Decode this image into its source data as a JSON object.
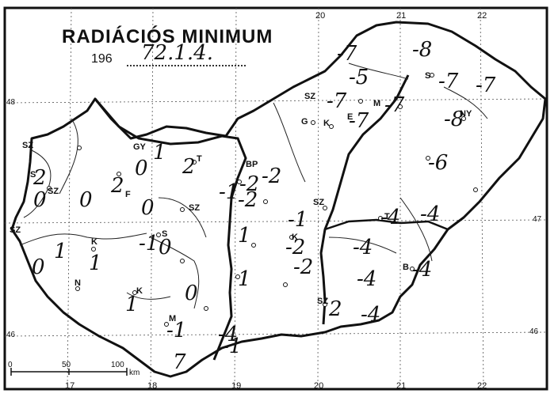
{
  "title": "RADIÁCIÓS MINIMUM",
  "year_prefix": "196",
  "date_handwritten": "72.1.4.",
  "longitude_labels": [
    "17",
    "18",
    "19",
    "20",
    "21",
    "22"
  ],
  "latitude_labels": [
    "48",
    "47",
    "46"
  ],
  "top_longitude_labels": [
    "20",
    "21",
    "22"
  ],
  "scale": {
    "zero": "0",
    "mid": "50",
    "max": "100",
    "unit": "km"
  },
  "cities": [
    "GY",
    "SZ",
    "SZ",
    "F",
    "T",
    "SZ",
    "BP",
    "S",
    "K",
    "K",
    "M",
    "SZ",
    "K",
    "SZ",
    "E",
    "G",
    "K",
    "M",
    "S",
    "NY",
    "SZ",
    "T",
    "B",
    "N",
    "S",
    "SZ"
  ],
  "values": [
    {
      "id": "v01",
      "text": "0"
    },
    {
      "id": "v02",
      "text": "2"
    },
    {
      "id": "v03",
      "text": "0"
    },
    {
      "id": "v04",
      "text": "2"
    },
    {
      "id": "v05",
      "text": "0"
    },
    {
      "id": "v06",
      "text": "1"
    },
    {
      "id": "v07",
      "text": "0"
    },
    {
      "id": "v08",
      "text": "2"
    },
    {
      "id": "v09",
      "text": "1"
    },
    {
      "id": "v10",
      "text": "0"
    },
    {
      "id": "v11",
      "text": "1"
    },
    {
      "id": "v12",
      "text": "-1"
    },
    {
      "id": "v13",
      "text": "1"
    },
    {
      "id": "v14",
      "text": "0"
    },
    {
      "id": "v15",
      "text": "0"
    },
    {
      "id": "v16",
      "text": "-1"
    },
    {
      "id": "v17",
      "text": "1"
    },
    {
      "id": "v18",
      "text": "-2"
    },
    {
      "id": "v19",
      "text": "-2"
    },
    {
      "id": "v20",
      "text": "-2"
    },
    {
      "id": "v21",
      "text": "-1"
    },
    {
      "id": "v22",
      "text": "-2"
    },
    {
      "id": "v23",
      "text": "-2"
    },
    {
      "id": "v24",
      "text": "1"
    },
    {
      "id": "v25",
      "text": "-7"
    },
    {
      "id": "v26",
      "text": "-5"
    },
    {
      "id": "v27",
      "text": "-7"
    },
    {
      "id": "v28",
      "text": "-7"
    },
    {
      "id": "v29",
      "text": "-7"
    },
    {
      "id": "v30",
      "text": "-8"
    },
    {
      "id": "v31",
      "text": "-7"
    },
    {
      "id": "v32",
      "text": "-7"
    },
    {
      "id": "v33",
      "text": "-8"
    },
    {
      "id": "v34",
      "text": "-6"
    },
    {
      "id": "v35",
      "text": "-4"
    },
    {
      "id": "v36",
      "text": "-4"
    },
    {
      "id": "v37",
      "text": "-4"
    },
    {
      "id": "v38",
      "text": "-4"
    },
    {
      "id": "v39",
      "text": "-4"
    },
    {
      "id": "v40",
      "text": "-4"
    },
    {
      "id": "v41",
      "text": "2"
    },
    {
      "id": "v42",
      "text": "-4"
    },
    {
      "id": "v43",
      "text": "-1"
    },
    {
      "id": "v44",
      "text": "7"
    },
    {
      "id": "v45",
      "text": "-1"
    }
  ],
  "colors": {
    "ink": "#111111",
    "paper": "#ffffff"
  }
}
